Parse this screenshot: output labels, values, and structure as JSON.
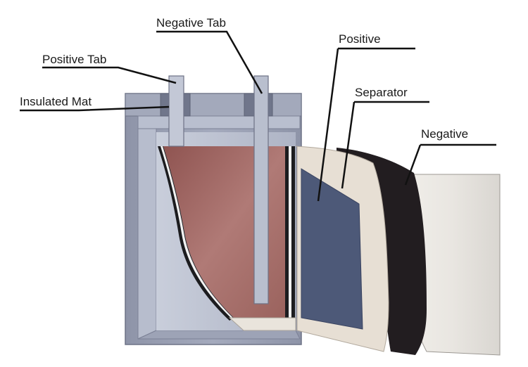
{
  "labels": {
    "negative_tab": "Negative Tab",
    "positive_tab": "Positive Tab",
    "insulated_mat": "Insulated Mat",
    "positive": "Positive",
    "separator": "Separator",
    "negative": "Negative"
  },
  "colors": {
    "casing": "#9aa0b4",
    "casing_dark": "#7e8498",
    "cell_core": "#a9716c",
    "positive_plate": "#4c5877",
    "separator": "#e6ded4",
    "negative_plate": "#231f22",
    "leader_line": "#111111"
  }
}
